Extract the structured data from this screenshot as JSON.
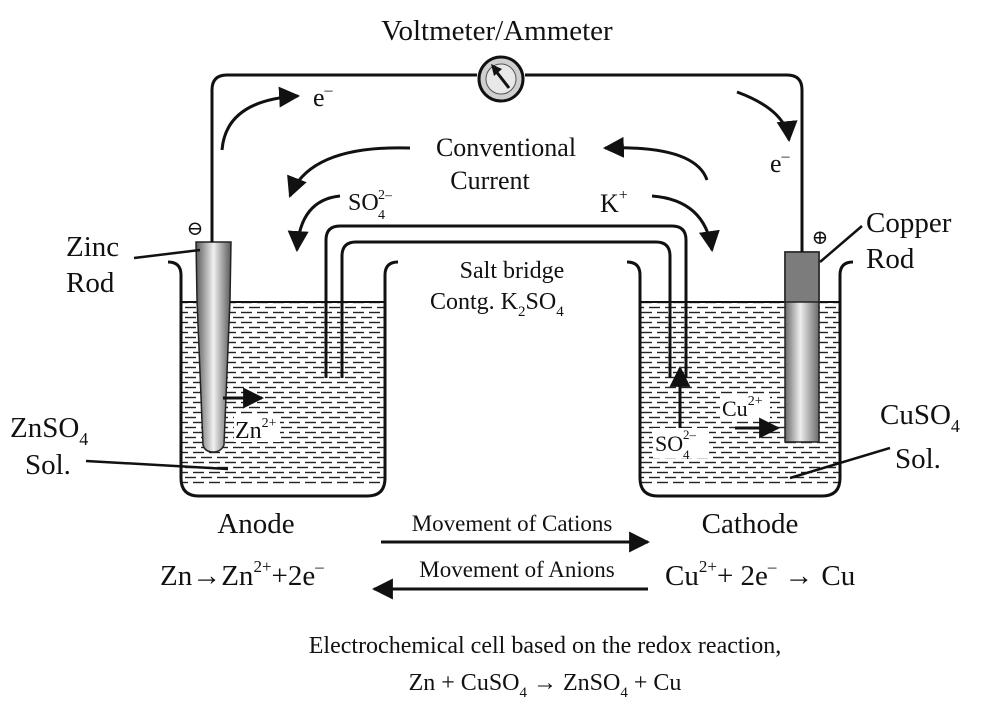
{
  "meter": {
    "label": "Voltmeter/Ammeter"
  },
  "electron": {
    "left_label": "e",
    "right_label": "e",
    "charge": "–"
  },
  "conventional_current": {
    "line1": "Conventional",
    "line2": "Current"
  },
  "anion": {
    "base": "SO",
    "sub": "4",
    "sup": "2–"
  },
  "cation_k": {
    "base": "K",
    "sup": "+"
  },
  "salt_bridge": {
    "line1": "Salt bridge",
    "line2_prefix": "Contg. K",
    "sub1": "2",
    "mid": "SO",
    "sub2": "4"
  },
  "zinc_rod": {
    "line1": "Zinc",
    "line2": "Rod",
    "terminal": "⊖"
  },
  "copper_rod": {
    "line1": "Copper",
    "line2": "Rod",
    "terminal": "⊕"
  },
  "znso4": {
    "base": "ZnSO",
    "sub": "4",
    "line2": "Sol."
  },
  "cuso4": {
    "base": "CuSO",
    "sub": "4",
    "line2": "Sol."
  },
  "zn_ion": {
    "base": "Zn",
    "sup": "2+"
  },
  "cu_ion": {
    "base": "Cu",
    "sup": "2+"
  },
  "so4_ion": {
    "base": "SO",
    "sub": "4",
    "sup": "2–"
  },
  "anode": {
    "title": "Anode",
    "eq_a": "Zn",
    "arrow": "→",
    "eq_b": "Zn",
    "sup": "2+",
    "eq_c": "+2e",
    "charge": "–"
  },
  "cathode": {
    "title": "Cathode",
    "eq_a": "Cu",
    "sup": "2+",
    "eq_b": "+ 2e",
    "charge": "–",
    "arrow": "→",
    "eq_c": "Cu"
  },
  "movement": {
    "cations": "Movement of Cations",
    "anions": "Movement of Anions"
  },
  "caption": {
    "line1": "Electrochemical cell based on the redox reaction,",
    "line2_a": "Zn + CuSO",
    "sub1": "4",
    "arrow": "→",
    "line2_b": "ZnSO",
    "sub2": "4",
    "line2_c": " + Cu"
  }
}
